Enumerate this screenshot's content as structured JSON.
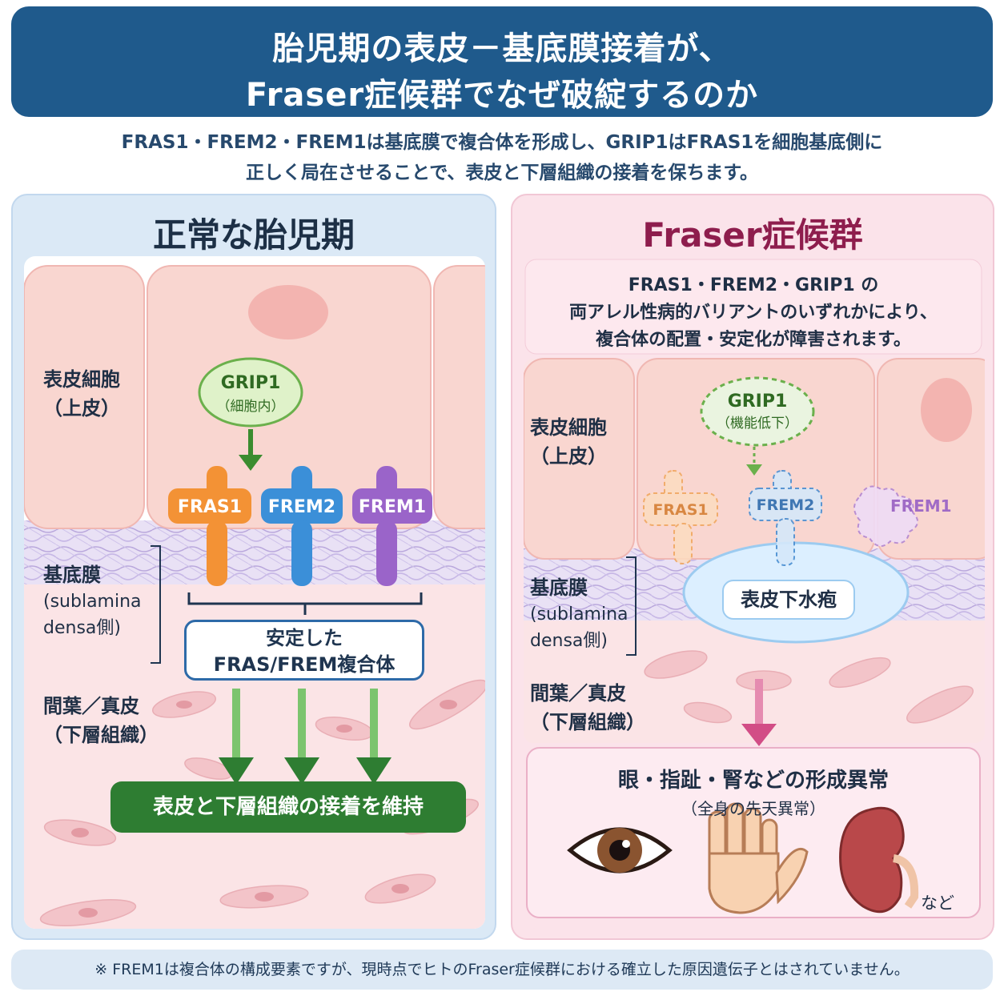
{
  "header": {
    "title_line1": "胎児期の表皮－基底膜接着が、",
    "title_line2": "Fraser症候群でなぜ破綻するのか",
    "subtitle_line1": "FRAS1・FREM2・FREM1は基底膜で複合体を形成し、GRIP1はFRAS1を細胞基底側に",
    "subtitle_line2": "正しく局在させることで、表皮と下層組織の接着を保ちます。"
  },
  "normal": {
    "title": "正常な胎児期",
    "label_epidermis_1": "表皮細胞",
    "label_epidermis_2": "（上皮）",
    "label_bm_1": "基底膜",
    "label_bm_2": "(sublamina",
    "label_bm_3": "densa側)",
    "label_mes_1": "間葉／真皮",
    "label_mes_2": "（下層組織）",
    "grip1_name": "GRIP1",
    "grip1_note": "（細胞内）",
    "proteins": [
      "FRAS1",
      "FREM2",
      "FREM1"
    ],
    "complex_line1": "安定した",
    "complex_line2": "FRAS/FREM複合体",
    "result": "表皮と下層組織の接着を維持"
  },
  "fraser": {
    "title": "Fraser症候群",
    "cause_line1": "FRAS1・FREM2・GRIP1 の",
    "cause_line2": "両アレル性病的バリアントのいずれかにより、",
    "cause_line3": "複合体の配置・安定化が障害されます。",
    "label_epidermis_1": "表皮細胞",
    "label_epidermis_2": "（上皮）",
    "label_bm_1": "基底膜",
    "label_bm_2": "(sublamina",
    "label_bm_3": "densa側)",
    "label_mes_1": "間葉／真皮",
    "label_mes_2": "（下層組織）",
    "grip1_name": "GRIP1",
    "grip1_note": "（機能低下）",
    "proteins": [
      "FRAS1",
      "FREM2",
      "FREM1"
    ],
    "blister": "表皮下水疱",
    "outcome_line1": "眼・指趾・腎などの形成異常",
    "outcome_line2": "（全身の先天異常）",
    "outcome_etc": "など"
  },
  "footnote": "※ FREM1は複合体の構成要素ですが、現時点でヒトのFraser症候群における確立した原因遺伝子とはされていません。",
  "colors": {
    "navy": "#1f5a8c",
    "fras1": "#f39235",
    "frem2": "#3b8fd8",
    "frem1": "#9a64c9",
    "grip1": "#4d9a3a",
    "adhesion_green": "#2e7d32",
    "magenta": "#d24d86"
  }
}
